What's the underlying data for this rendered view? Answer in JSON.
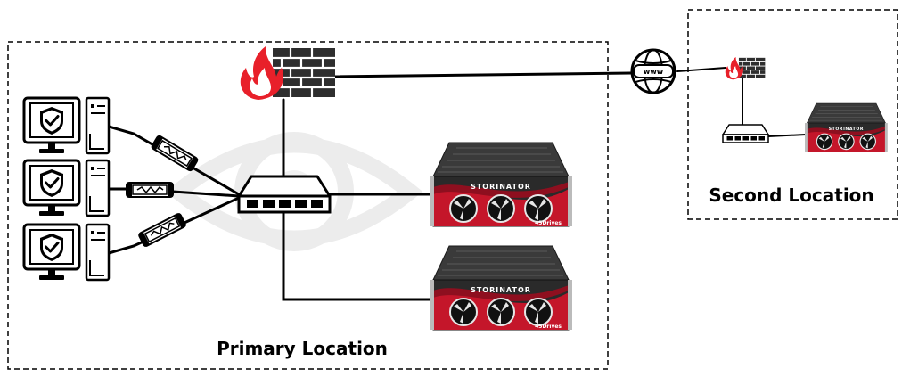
{
  "locations": {
    "primary": {
      "label": "Primary Location"
    },
    "second": {
      "label": "Second Location"
    }
  },
  "internet": {
    "label": "www",
    "icon": "globe-icon"
  },
  "storinator": {
    "brand": "STORINATOR",
    "maker": "45Drives"
  },
  "colors": {
    "fire": "#e8202a",
    "brick": "#3a3a3a",
    "server_red": "#c4162a",
    "server_body": "#2c2c2c",
    "line": "#000000",
    "watermark": "#ececec"
  }
}
